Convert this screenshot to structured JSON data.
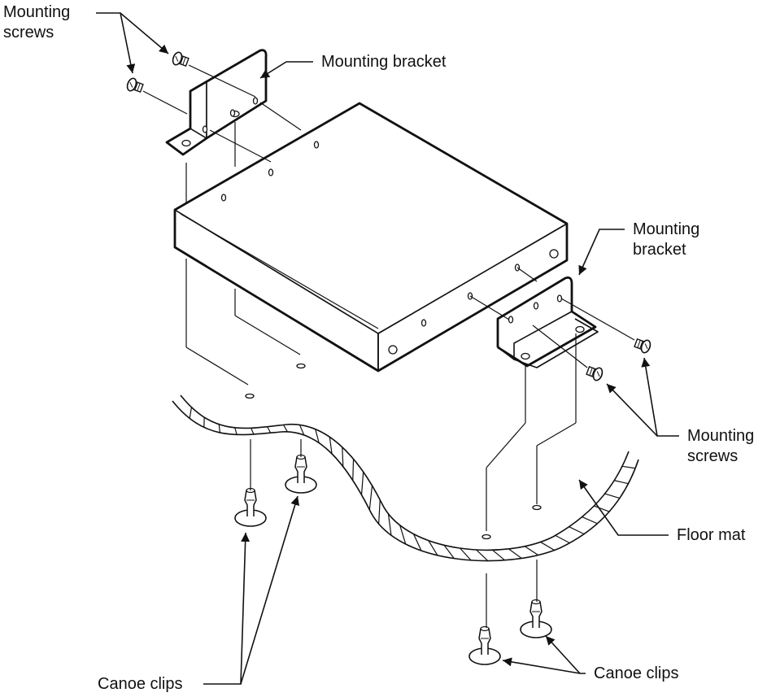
{
  "labels": {
    "screws_top_line1": "Mounting",
    "screws_top_line2": "screws",
    "bracket_top": "Mounting bracket",
    "bracket_right_line1": "Mounting",
    "bracket_right_line2": "bracket",
    "screws_right_line1": "Mounting",
    "screws_right_line2": "screws",
    "floor_mat": "Floor mat",
    "clips_left": "Canoe clips",
    "clips_bottom": "Canoe clips"
  },
  "colors": {
    "ink": "#111111",
    "paper": "#ffffff"
  },
  "icons": {
    "screw": "screw-icon",
    "clip": "canoe-clip-icon",
    "arrow": "arrow-head"
  }
}
